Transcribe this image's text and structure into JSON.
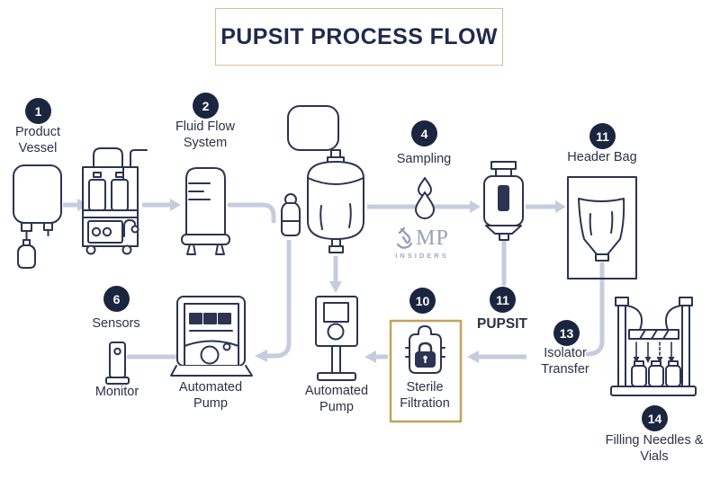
{
  "title": "PUPSIT PROCESS FLOW",
  "watermark": {
    "brand": "MP",
    "subtitle": "INSIDERS"
  },
  "steps": [
    {
      "number": "1",
      "label": "Product Vessel"
    },
    {
      "number": "2",
      "label": "Fluid Flow System"
    },
    {
      "number": "4",
      "label": "Sampling"
    },
    {
      "number": "11",
      "label": "Header Bag"
    },
    {
      "number": "11",
      "label": "PUPSIT"
    },
    {
      "number": "6",
      "label": "Sensors"
    },
    {
      "number": "10",
      "label": "Sterile Filtration"
    },
    {
      "number": "13",
      "label": "Isolator Transfer"
    },
    {
      "number": "14",
      "label": "Filling Needles & Vials"
    }
  ],
  "equipment_labels": {
    "monitor": "Monitor",
    "automated_pump_left": "Automated Pump",
    "automated_pump_center": "Automated Pump"
  },
  "icons": [
    "product-vessel-icon",
    "supply-cart-icon",
    "fluid-tank-icon",
    "sample-bottle-icon",
    "media-bag-icon",
    "mixing-vessel-icon",
    "droplet-icon",
    "filter-capsule-icon",
    "header-bag-icon",
    "sterile-filter-lock-icon",
    "monitor-icon",
    "automated-pump-icon",
    "pedestal-pump-icon",
    "filling-needles-vials-icon",
    "microscope-icon",
    "flow-arrow"
  ],
  "colors": {
    "badge_navy": "#1a2540",
    "outline_navy": "#2b3452",
    "text_navy": "#2b3147",
    "arrow_gray": "#c6ccdd",
    "gold_accent": "#c2a15c",
    "title_border": "#d9c093",
    "watermark_gray": "#98a0ba",
    "background": "#ffffff"
  }
}
